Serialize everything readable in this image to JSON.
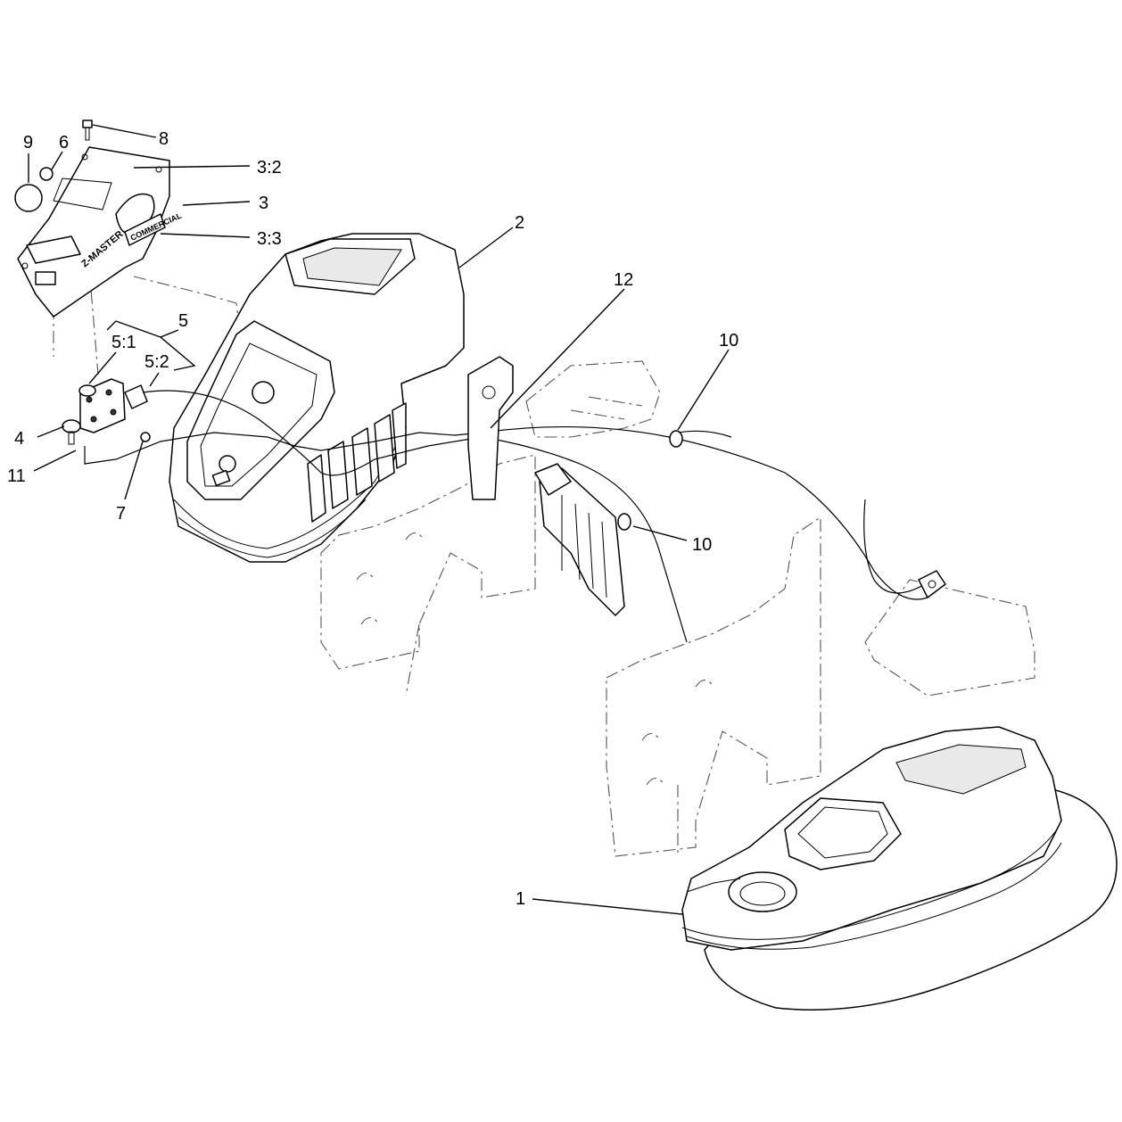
{
  "callouts": [
    {
      "id": "c9",
      "text": "9"
    },
    {
      "id": "c6",
      "text": "6"
    },
    {
      "id": "c8",
      "text": "8"
    },
    {
      "id": "c3_2",
      "text": "3:2"
    },
    {
      "id": "c3",
      "text": "3"
    },
    {
      "id": "c3_3",
      "text": "3:3"
    },
    {
      "id": "c2",
      "text": "2"
    },
    {
      "id": "c12",
      "text": "12"
    },
    {
      "id": "c10a",
      "text": "10"
    },
    {
      "id": "c5",
      "text": "5"
    },
    {
      "id": "c5_1",
      "text": "5:1"
    },
    {
      "id": "c5_2",
      "text": "5:2"
    },
    {
      "id": "c4",
      "text": "4"
    },
    {
      "id": "c11",
      "text": "11"
    },
    {
      "id": "c7",
      "text": "7"
    },
    {
      "id": "c10b",
      "text": "10"
    },
    {
      "id": "c1",
      "text": "1"
    }
  ],
  "decal_text": {
    "brand": "Z-MASTER",
    "series": "COMMERCIAL"
  }
}
